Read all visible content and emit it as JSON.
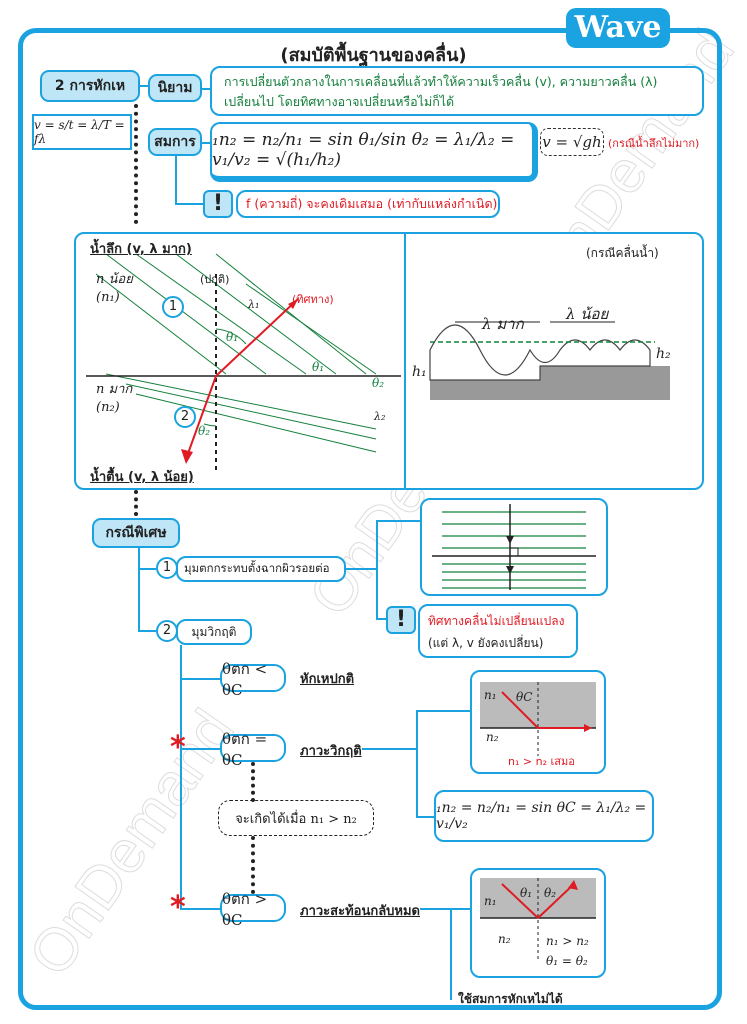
{
  "header": {
    "badge": "Wave",
    "title": "(สมบัติพื้นฐานของคลื่น)"
  },
  "watermark": "OnDemand",
  "section": {
    "label": "2 การหักเห",
    "formula_v": "v = s/t = λ/T = fλ",
    "definition_label": "นิยาม",
    "definition_text": "การเปลี่ยนตัวกลางในการเคลื่อนที่แล้วทำให้ความเร็วคลื่น (v), ความยาวคลื่น (λ) เปลี่ยนไป โดยทิศทางอาจเปลี่ยนหรือไม่ก็ได้",
    "equation_label": "สมการ",
    "equation": "₁n₂ = n₂/n₁ = sin θ₁/sin θ₂ = λ₁/λ₂ = v₁/v₂ = √(h₁/h₂)",
    "shallow_formula": "v = √gh",
    "shallow_note": "(กรณีน้ำลึกไม่มาก)",
    "freq_note": "f (ความถี่) จะคงเดิมเสมอ (เท่ากับแหล่งกำเนิด)"
  },
  "refraction_diagram": {
    "deep": "น้ำลึก (v, λ มาก)",
    "shallow": "น้ำตื้น (v, λ น้อย)",
    "n_low": "n น้อย",
    "n1": "(n₁)",
    "n_high": "n มาก",
    "n2": "(n₂)",
    "normal": "(ปกติ)",
    "direction": "(ทิศทาง)",
    "theta1": "θ₁",
    "theta2": "θ₂",
    "lambda1": "λ₁",
    "lambda2": "λ₂",
    "label1": "1",
    "label2": "2"
  },
  "water_wave_diagram": {
    "title": "(กรณีคลื่นน้ำ)",
    "lambda_big": "λ มาก",
    "lambda_small": "λ น้อย",
    "h1": "h₁",
    "h2": "h₂"
  },
  "special": {
    "title": "กรณีพิเศษ",
    "case1_num": "1",
    "case1": "มุมตกกระทบตั้งฉากผิวรอยต่อ",
    "case1_note_a": "ทิศทางคลื่นไม่เปลี่ยนแปลง",
    "case1_note_b": "(แต่ λ, v ยังคงเปลี่ยน)",
    "case2_num": "2",
    "case2": "มุมวิกฤติ",
    "cond_less": "θตก < θC",
    "cond_less_desc": "หักเหปกติ",
    "cond_eq": "θตก = θC",
    "cond_eq_desc": "ภาวะวิกฤติ",
    "when": "จะเกิดได้เมื่อ n₁ > n₂",
    "cond_gt": "θตก > θC",
    "cond_gt_desc": "ภาวะสะท้อนกลับหมด",
    "critical_formula": "₁n₂ = n₂/n₁ = sin θC = λ₁/λ₂ = v₁/v₂",
    "critical_note": "n₁ > n₂ เสมอ",
    "tir_cond": "n₁ > n₂",
    "tir_eq": "θ₁ = θ₂",
    "tir_note": "ใช้สมการหักเหไม่ได้",
    "n1": "n₁",
    "n2": "n₂",
    "thetaC": "θC",
    "theta1": "θ₁",
    "theta2": "θ₂"
  },
  "colors": {
    "accent": "#1aa3e0",
    "accent_light": "#bfe6f7",
    "green": "#15803d",
    "red": "#e01b24"
  }
}
